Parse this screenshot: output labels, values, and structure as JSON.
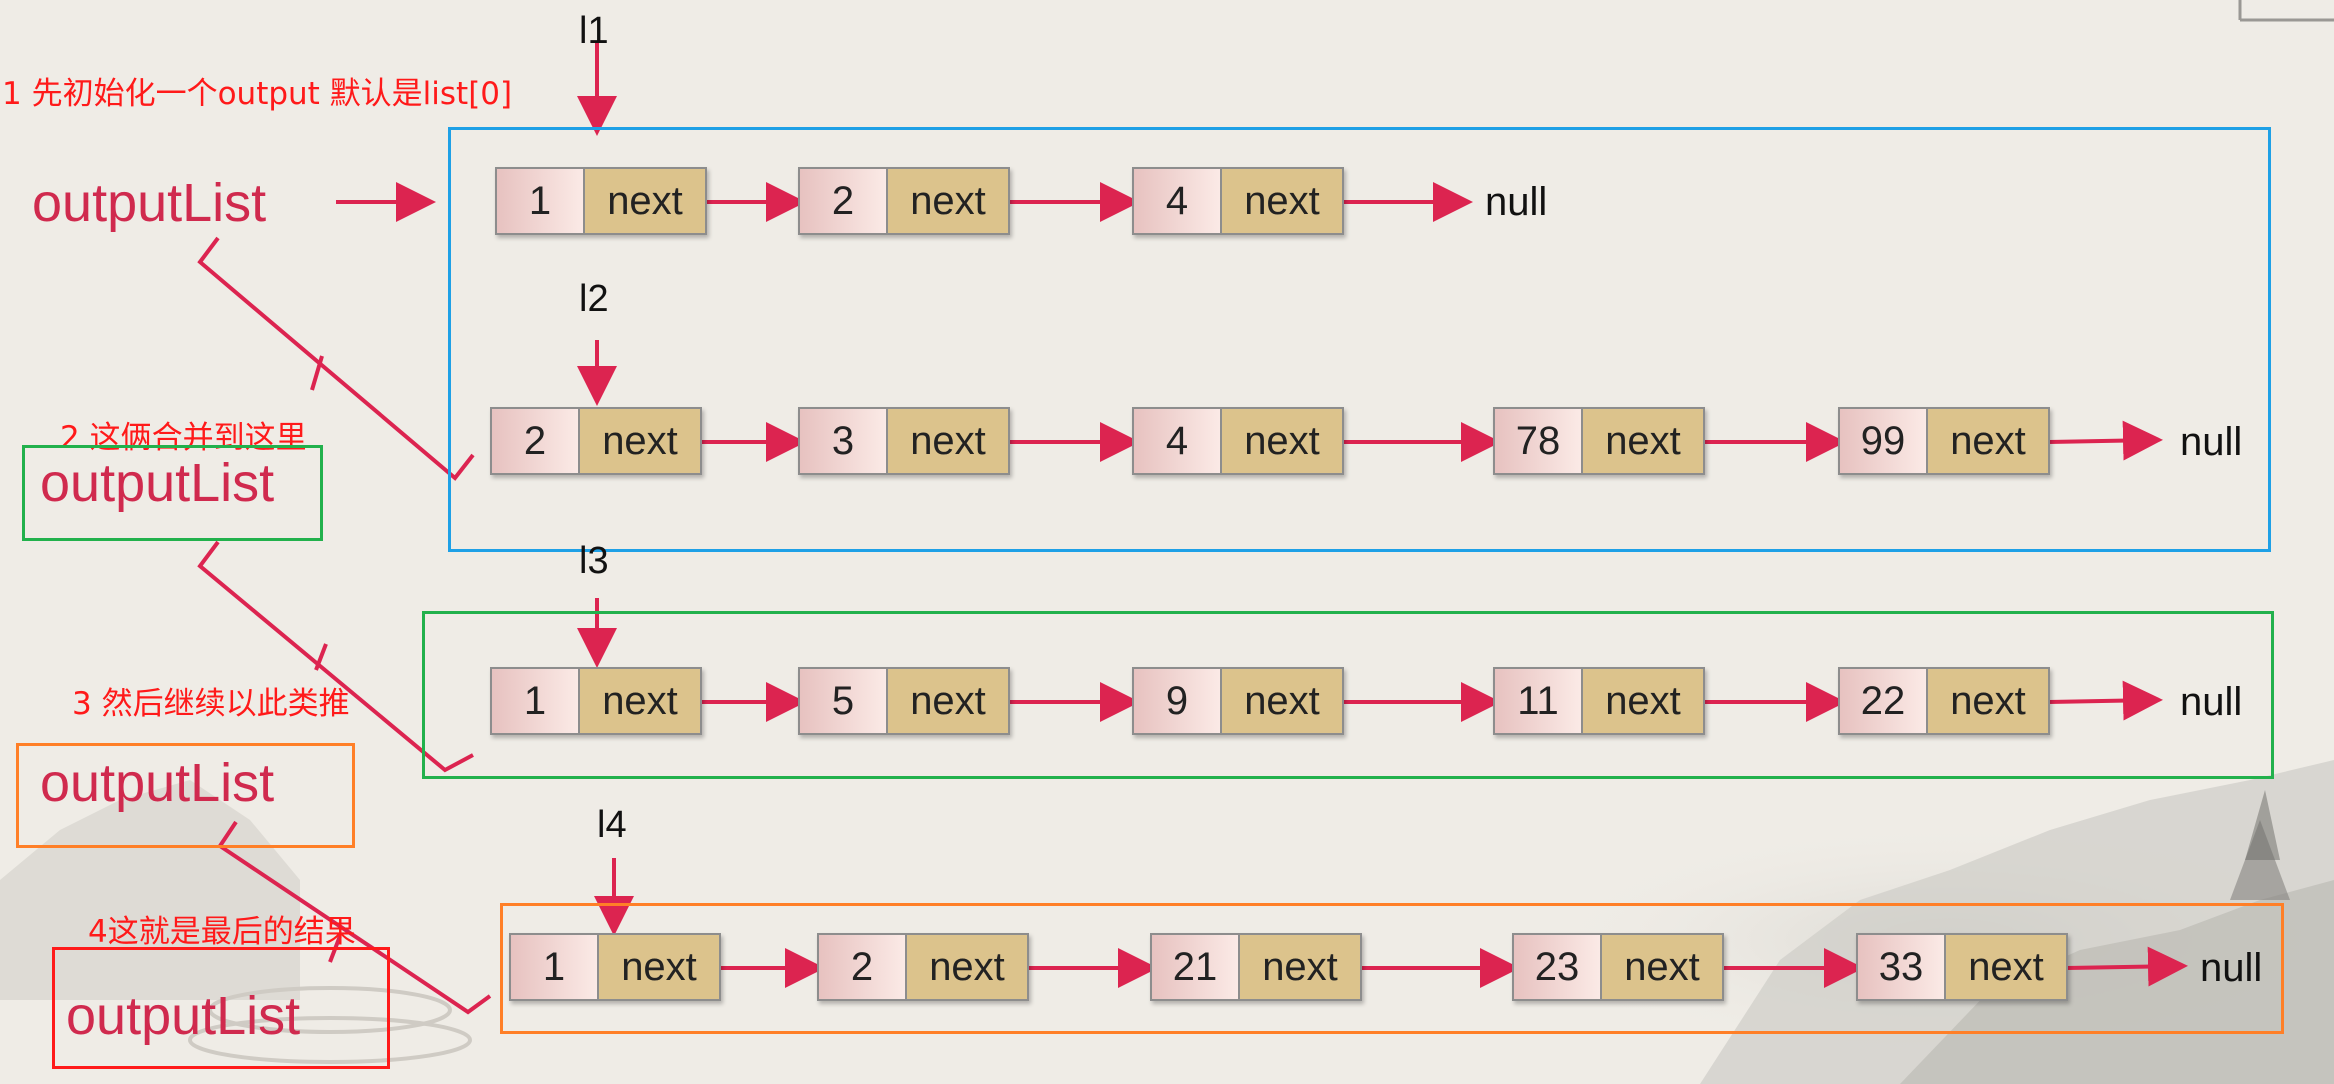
{
  "notes": {
    "step1": "1 先初始化一个output 默认是list[0]",
    "step2": "2 这俩合并到这里",
    "step3": "3 然后继续以此类推",
    "step4": "4这就是最后的结果"
  },
  "output_label": "outputList",
  "pointers": {
    "l1": "l1",
    "l2": "l2",
    "l3": "l3",
    "l4": "l4"
  },
  "next_label": "next",
  "null_label": "null",
  "lists": {
    "l1": [
      "1",
      "2",
      "4"
    ],
    "l2": [
      "2",
      "3",
      "4",
      "78",
      "99"
    ],
    "l3": [
      "1",
      "5",
      "9",
      "11",
      "22"
    ],
    "l4": [
      "1",
      "2",
      "21",
      "23",
      "33"
    ]
  },
  "colors": {
    "frame_l1_l2": "#1ea0e6",
    "frame_l3": "#22b14c",
    "frame_l4": "#ff7f27",
    "note_text": "#ff1a1a",
    "arrow": "#dc2450",
    "output_text": "#d02a4e",
    "box_step2": "#22b14c",
    "box_step3": "#ff7f27",
    "box_step4": "#ff1a1a"
  }
}
